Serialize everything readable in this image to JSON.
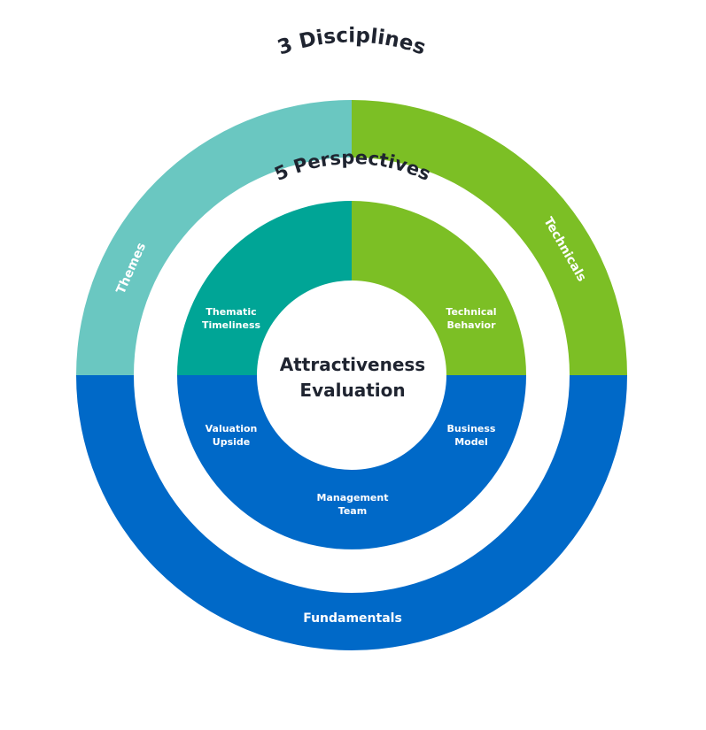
{
  "title_outer": "3 Disciplines",
  "title_inner": "5 Perspectives",
  "center": {
    "line1": "Attractiveness",
    "line2": "Evaluation"
  },
  "disciplines": [
    {
      "name": "Themes",
      "color": "#6ac7c1"
    },
    {
      "name": "Technicals",
      "color": "#7cbf25"
    },
    {
      "name": "Fundamentals",
      "color": "#0069c8"
    }
  ],
  "perspectives": [
    {
      "line1": "Thematic",
      "line2": "Timeliness",
      "color": "#00a596"
    },
    {
      "line1": "Technical",
      "line2": "Behavior",
      "color": "#7cbf25"
    },
    {
      "line1": "Valuation",
      "line2": "Upside",
      "color": "#0069c8"
    },
    {
      "line1": "Business",
      "line2": "Model",
      "color": "#0069c8"
    },
    {
      "line1": "Management",
      "line2": "Team",
      "color": "#0069c8"
    }
  ]
}
